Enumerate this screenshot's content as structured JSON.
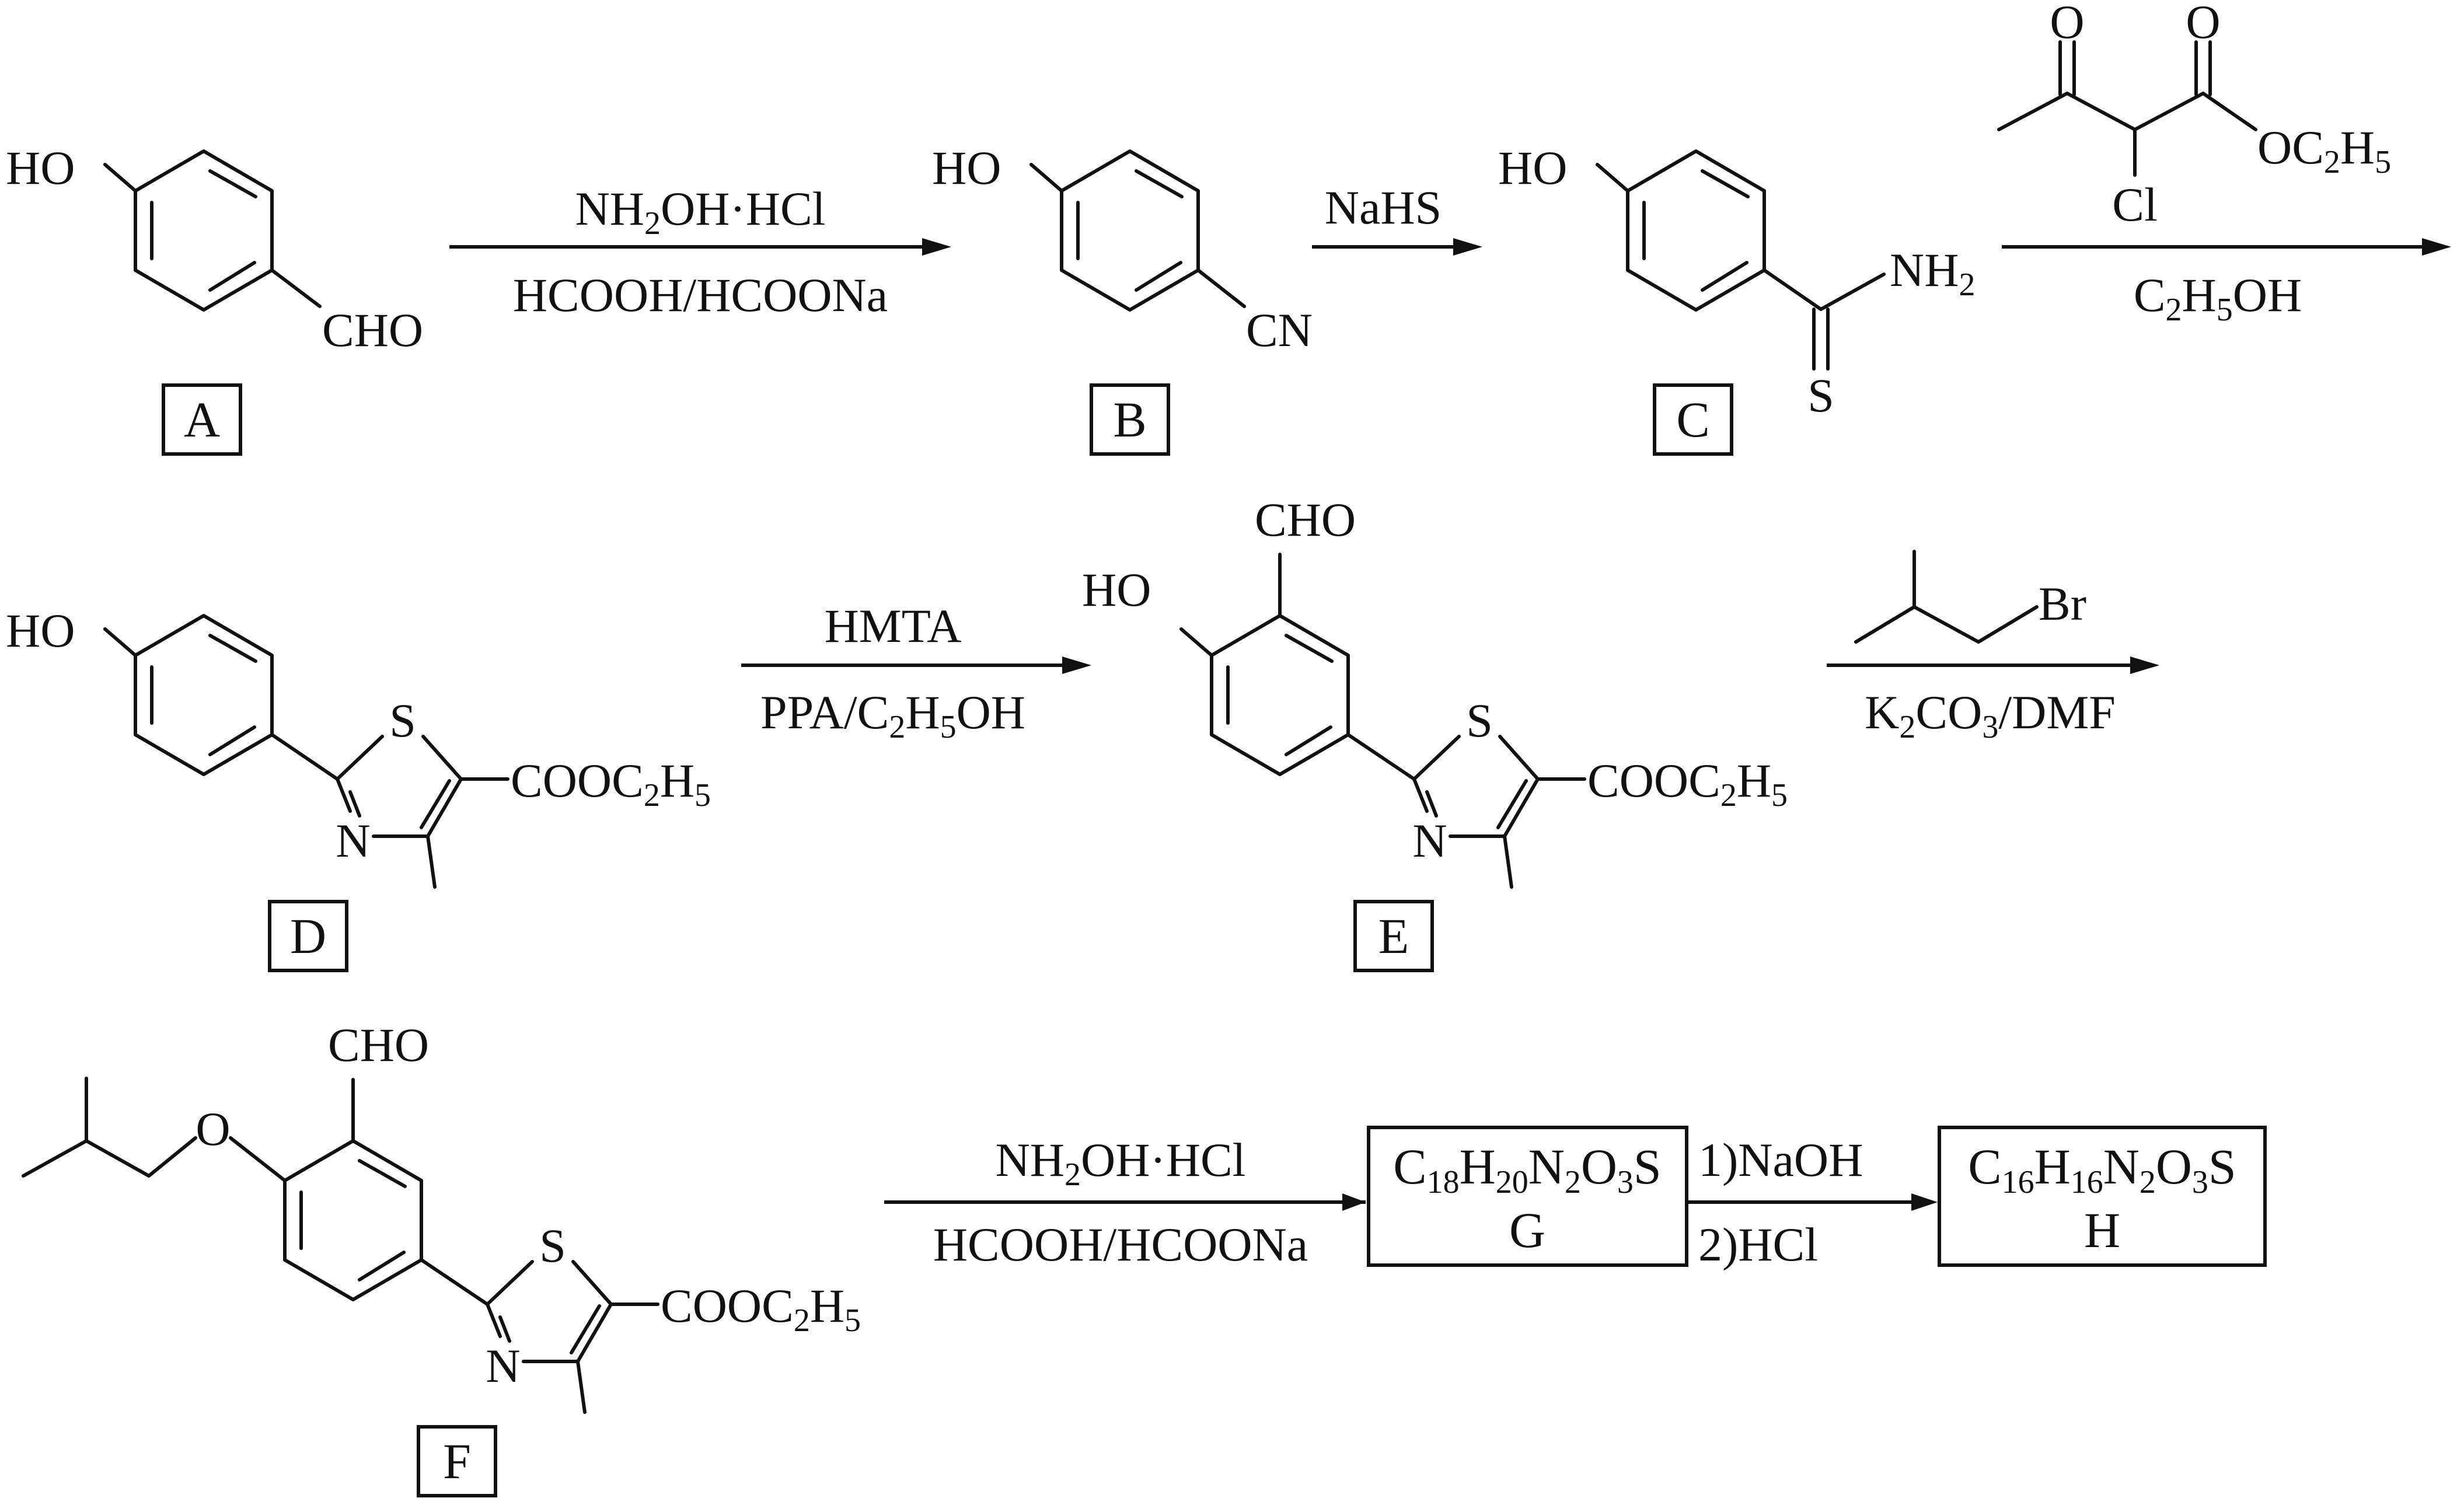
{
  "colors": {
    "ink": "#111111",
    "background": "#ffffff"
  },
  "compounds": {
    "A": {
      "label": "A",
      "groups": {
        "oh": "HO",
        "cho": "CHO"
      }
    },
    "B": {
      "label": "B",
      "groups": {
        "oh": "HO",
        "cn": "CN"
      }
    },
    "C": {
      "label": "C",
      "groups": {
        "oh": "HO",
        "nh2": "NH2",
        "s": "S"
      }
    },
    "D": {
      "label": "D",
      "groups": {
        "oh": "HO",
        "s": "S",
        "n": "N",
        "ester": "COOC2H5"
      }
    },
    "E": {
      "label": "E",
      "groups": {
        "oh": "HO",
        "cho": "CHO",
        "s": "S",
        "n": "N",
        "ester": "COOC2H5"
      }
    },
    "F": {
      "label": "F",
      "groups": {
        "o": "O",
        "cho": "CHO",
        "s": "S",
        "n": "N",
        "ester": "COOC2H5"
      }
    },
    "G": {
      "label": "G",
      "formula": "C18H20N2O3S"
    },
    "H": {
      "label": "H",
      "formula": "C16H16N2O3S"
    }
  },
  "reagents": {
    "step1": {
      "above": "NH2OH·HCl",
      "below": "HCOOH/HCOONa"
    },
    "step2": {
      "above": "NaHS"
    },
    "step3": {
      "structure": {
        "o1": "O",
        "o2": "O",
        "oet": "OC2H5",
        "cl": "Cl"
      },
      "below": "C2H5OH"
    },
    "step4": {
      "above": "HMTA",
      "below": "PPA/C2H5OH"
    },
    "step5": {
      "structure": {
        "br": "Br"
      },
      "below": "K2CO3/DMF"
    },
    "step6": {
      "above": "NH2OH·HCl",
      "below": "HCOOH/HCOONa"
    },
    "step7": {
      "above": "1)NaOH",
      "below": "2)HCl"
    }
  }
}
